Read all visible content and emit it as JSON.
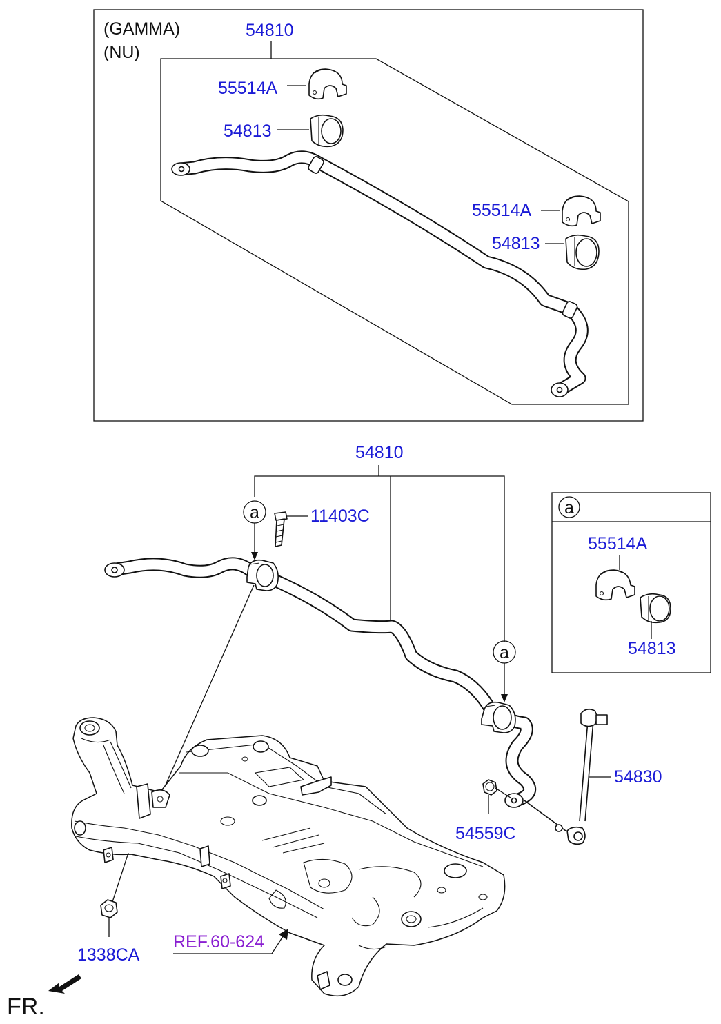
{
  "inset_top": {
    "engines": [
      "(GAMMA)",
      "(NU)"
    ],
    "assembly_no": "54810",
    "parts": [
      {
        "no": "55514A",
        "name": "bracket-upper"
      },
      {
        "no": "54813",
        "name": "bushing-upper"
      },
      {
        "no": "55514A",
        "name": "bracket-lower"
      },
      {
        "no": "54813",
        "name": "bushing-lower"
      }
    ]
  },
  "main": {
    "assembly_no": "54810",
    "bolt_no": "11403C",
    "link_no": "54830",
    "nut_no": "54559C",
    "mount_nut_no": "1338CA",
    "reference": "REF.60-624",
    "callout_letter": "a"
  },
  "detail_a": {
    "letter": "a",
    "bracket_no": "55514A",
    "bushing_no": "54813"
  },
  "orientation": {
    "label": "FR."
  },
  "colors": {
    "part_number": "#1a1ad6",
    "reference": "#8a1fd1",
    "line": "#111111"
  }
}
